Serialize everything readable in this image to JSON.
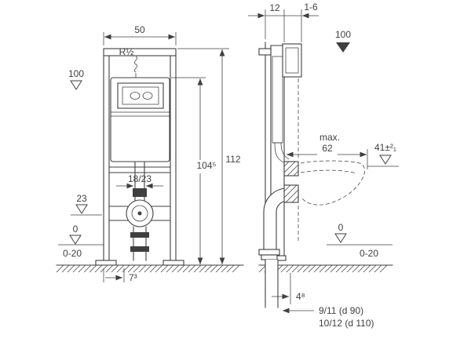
{
  "colors": {
    "line": "#3f3f3f",
    "background": "#ffffff"
  },
  "front_view": {
    "labels": {
      "frame_width": "50",
      "water_supply": "R½",
      "level_100": "100",
      "frame_height": "112",
      "cistern_height": "104⁵",
      "flush_pipe": "18/23",
      "outlet_height": "23",
      "floor_level": "0",
      "floor_buildup": "0-20",
      "drain_offset": "7³"
    }
  },
  "side_view": {
    "labels": {
      "frame_depth": "12",
      "wall_finish": "1-6",
      "level_100": "100",
      "max_label": "max.",
      "depth_62": "62",
      "bowl_height": "41±²₁",
      "floor_level": "0",
      "floor_buildup": "0-20",
      "drain_offset": "4⁸",
      "drain_size_1": "9/11 (d 90)",
      "drain_size_2": "10/12 (d 110)"
    }
  }
}
